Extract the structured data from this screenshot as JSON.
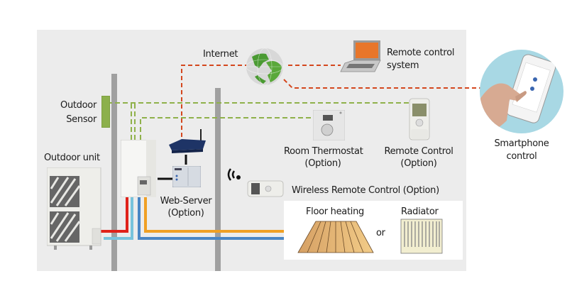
{
  "labels": {
    "internet": "Internet",
    "remote_system_line1": "Remote control",
    "remote_system_line2": "system",
    "smartphone_line1": "Smartphone",
    "smartphone_line2": "control",
    "outdoor_sensor_line1": "Outdoor",
    "outdoor_sensor_line2": "Sensor",
    "outdoor_unit": "Outdoor unit",
    "room_thermostat_line1": "Room Thermostat",
    "room_thermostat_line2": "(Option)",
    "remote_control_line1": "Remote Control",
    "remote_control_line2": "(Option)",
    "web_server_line1": "Web-Server",
    "web_server_line2": "(Option)",
    "wireless_remote": "Wireless Remote Control (Option)",
    "floor_heating": "Floor heating",
    "or": "or",
    "radiator": "Radiator"
  },
  "colors": {
    "internet_line": "#d4471e",
    "control_line": "#8fb14a",
    "hot_pipe": "#e0221a",
    "cold_pipe": "#78c3dc",
    "heating_flow": "#f0a024",
    "heating_return": "#4a86c4",
    "sensor": "#8cb04c",
    "wall": "#a0a0a0",
    "panel": "#ececec"
  }
}
